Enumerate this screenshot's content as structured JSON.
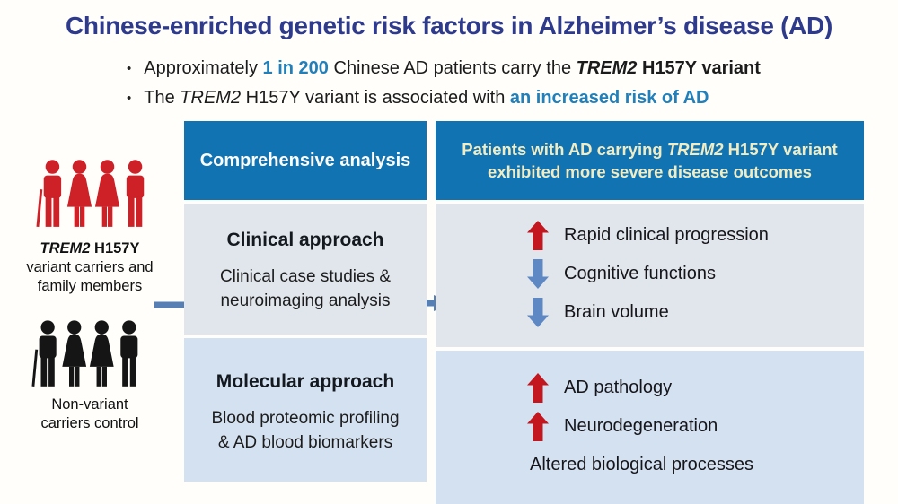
{
  "title": "Chinese-enriched genetic risk factors in Alzheimer’s disease (AD)",
  "bullets": {
    "b1": {
      "t1": "Approximately ",
      "t2": "1 in 200",
      "t3": " Chinese AD patients carry the ",
      "t4": "TREM2",
      "t5": " H157Y variant"
    },
    "b2": {
      "t1": "The ",
      "t2": "TREM2",
      "t3": " H157Y variant is associated with ",
      "t4": "an increased risk of AD"
    }
  },
  "left_panel": {
    "carriers": {
      "gene": "TREM2",
      "variant": " H157Y",
      "line2": "variant carriers and",
      "line3": "family members"
    },
    "controls": {
      "line1": "Non-variant",
      "line2": "carriers control"
    }
  },
  "analysis_column": {
    "header": "Comprehensive analysis",
    "clinical": {
      "title": "Clinical approach",
      "desc1": "Clinical case studies &",
      "desc2": "neuroimaging analysis"
    },
    "molecular": {
      "title": "Molecular approach",
      "desc1": "Blood proteomic profiling",
      "desc2": "& AD blood biomarkers"
    }
  },
  "outcomes_column": {
    "header": {
      "pre": "Patients with AD carrying ",
      "gene": "TREM2",
      "post": " H157Y variant",
      "line2": "exhibited more severe disease outcomes"
    },
    "clinical": [
      {
        "direction": "up",
        "label": "Rapid clinical progression"
      },
      {
        "direction": "down",
        "label": "Cognitive functions"
      },
      {
        "direction": "down",
        "label": "Brain volume"
      }
    ],
    "molecular": [
      {
        "direction": "up",
        "label": "AD pathology"
      },
      {
        "direction": "up",
        "label": "Neurodegeneration"
      },
      {
        "direction": "none",
        "label": "Altered biological processes"
      }
    ]
  },
  "icons": {
    "variant_carriers": "four-people-group-icon (elderly man with cane, two women, man)",
    "control_carriers": "four-people-group-icon (elderly man with cane, two women, man)",
    "flow": "right-block-arrow-icon",
    "increase": "up-block-arrow-icon",
    "decrease": "down-block-arrow-icon",
    "bullet": "bullet-dot"
  },
  "colors": {
    "title_navy": "#2e3a8c",
    "accent_blue": "#2180ba",
    "header_blue": "#1173b2",
    "header_text_yellow": "#f1ecc2",
    "section_top_bg": "#e1e6ed",
    "section_bottom_bg": "#d4e1f1",
    "carrier_red": "#cd2027",
    "control_black": "#151515",
    "up_arrow_red": "#c3161e",
    "down_arrow_blue": "#5e88c4",
    "flow_arrow_blue": "#567fb5"
  }
}
